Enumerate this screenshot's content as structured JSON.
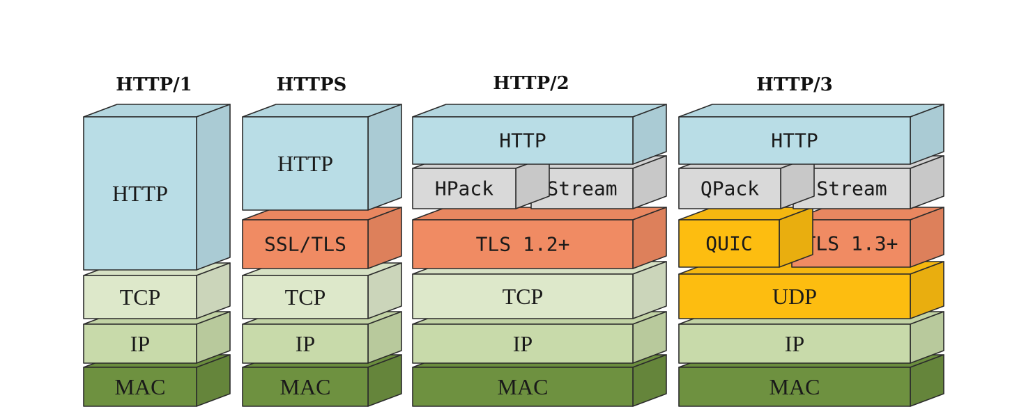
{
  "colors": {
    "http": "#b9dde6",
    "tls": "#f08b63",
    "tcp": "#dde8ca",
    "ip": "#c8daaa",
    "mac": "#6e9140",
    "pack": "#d9d9d9",
    "quic": "#fdbd10"
  },
  "stacks": [
    {
      "title": "HTTP/1",
      "layers": [
        {
          "id": "http",
          "label": "HTTP",
          "color": "http"
        },
        {
          "id": "tcp",
          "label": "TCP",
          "color": "tcp"
        },
        {
          "id": "ip",
          "label": "IP",
          "color": "ip"
        },
        {
          "id": "mac",
          "label": "MAC",
          "color": "mac"
        }
      ]
    },
    {
      "title": "HTTPS",
      "layers": [
        {
          "id": "http",
          "label": "HTTP",
          "color": "http"
        },
        {
          "id": "ssl-tls",
          "label": "SSL/TLS",
          "color": "tls"
        },
        {
          "id": "tcp",
          "label": "TCP",
          "color": "tcp"
        },
        {
          "id": "ip",
          "label": "IP",
          "color": "ip"
        },
        {
          "id": "mac",
          "label": "MAC",
          "color": "mac"
        }
      ]
    },
    {
      "title": "HTTP/2",
      "layers": [
        {
          "id": "http",
          "label": "HTTP",
          "color": "http"
        },
        {
          "id": "hpack",
          "label": "HPack",
          "color": "pack"
        },
        {
          "id": "stream",
          "label": "Stream",
          "color": "pack"
        },
        {
          "id": "tls",
          "label": "TLS 1.2+",
          "color": "tls"
        },
        {
          "id": "tcp",
          "label": "TCP",
          "color": "tcp"
        },
        {
          "id": "ip",
          "label": "IP",
          "color": "ip"
        },
        {
          "id": "mac",
          "label": "MAC",
          "color": "mac"
        }
      ]
    },
    {
      "title": "HTTP/3",
      "layers": [
        {
          "id": "http",
          "label": "HTTP",
          "color": "http"
        },
        {
          "id": "qpack",
          "label": "QPack",
          "color": "pack"
        },
        {
          "id": "stream",
          "label": "Stream",
          "color": "pack"
        },
        {
          "id": "quic",
          "label": "QUIC",
          "color": "quic"
        },
        {
          "id": "tls",
          "label": "TLS 1.3+",
          "color": "tls"
        },
        {
          "id": "udp",
          "label": "UDP",
          "color": "quic"
        },
        {
          "id": "ip",
          "label": "IP",
          "color": "ip"
        },
        {
          "id": "mac",
          "label": "MAC",
          "color": "mac"
        }
      ]
    }
  ]
}
